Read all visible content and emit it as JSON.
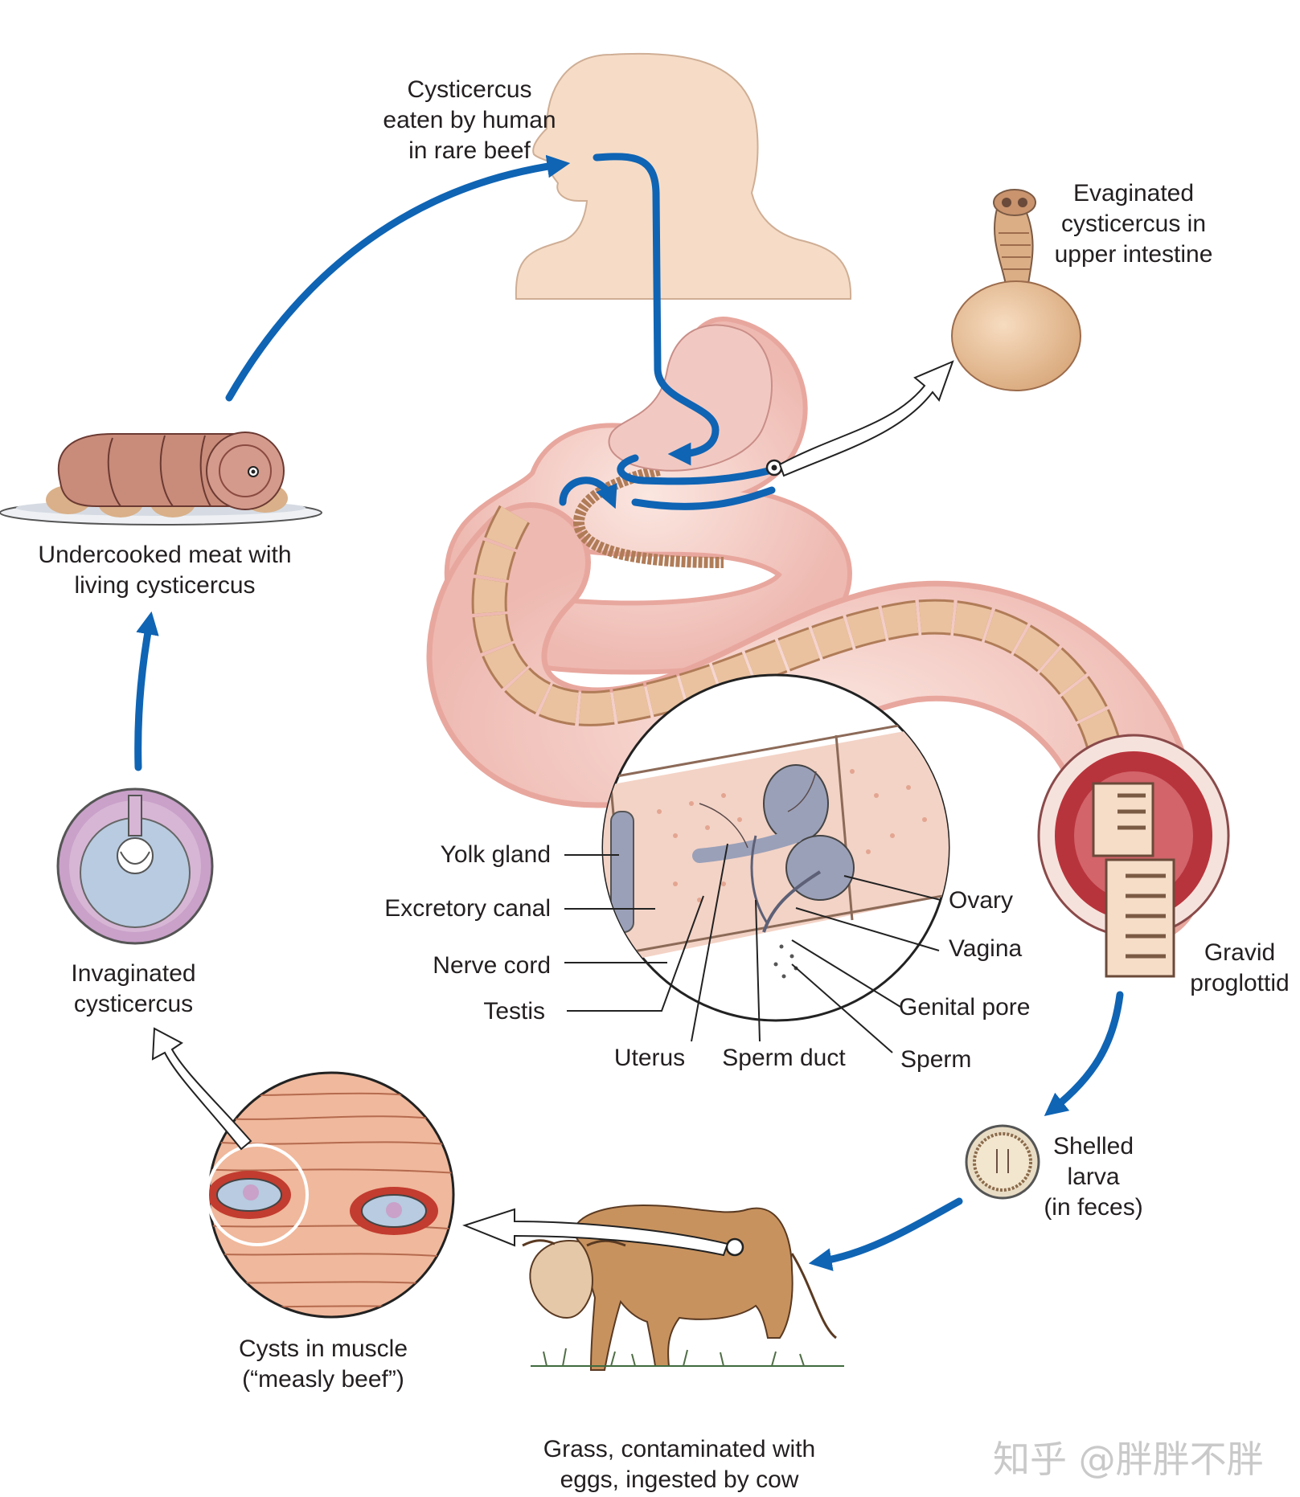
{
  "colors": {
    "cycle_arrow": "#0f64b4",
    "skin": "#f6dcc6",
    "intestine": "#f2c9c2",
    "tapeworm": "#dfb48f",
    "proglottid_fill": "#f5d7c3",
    "organ_blue": "#9aa0b8",
    "cyst_purple": "#c9a1c9",
    "cyst_blue": "#b8cbe0",
    "meat": "#c98b7a",
    "cow": "#c8925e",
    "muscle": "#f0b89c",
    "gut_lumen_red": "#b8343c"
  },
  "stages": {
    "cysticercus_eaten": [
      "Cysticercus",
      "eaten by human",
      "in rare beef"
    ],
    "evaginated": [
      "Evaginated",
      "cysticercus in",
      "upper intestine"
    ],
    "undercooked_meat": [
      "Undercooked meat with",
      "living cysticercus"
    ],
    "invaginated": [
      "Invaginated",
      "cysticercus"
    ],
    "gravid_proglottid": [
      "Gravid",
      "proglottid"
    ],
    "shelled_larva": [
      "Shelled",
      "larva",
      "(in feces)"
    ],
    "cysts_in_muscle": [
      "Cysts in muscle",
      "(“measly beef”)"
    ],
    "grass": [
      "Grass, contaminated with",
      "eggs, ingested by cow"
    ]
  },
  "proglottid_parts": {
    "yolk_gland": "Yolk gland",
    "excretory_canal": "Excretory canal",
    "nerve_cord": "Nerve cord",
    "testis": "Testis",
    "uterus": "Uterus",
    "sperm_duct": "Sperm duct",
    "ovary": "Ovary",
    "vagina": "Vagina",
    "genital_pore": "Genital pore",
    "sperm": "Sperm"
  },
  "watermark": "知乎 @胖胖不胖"
}
